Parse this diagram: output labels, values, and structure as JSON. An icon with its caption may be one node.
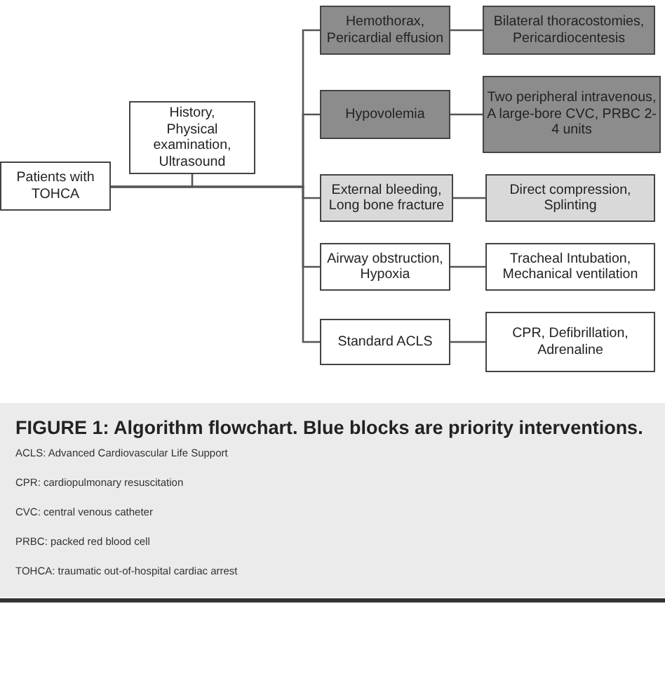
{
  "diagram": {
    "caption": "FIGURE 1: Algorithm flowchart. Blue blocks are priority interventions.",
    "nodes": [
      {
        "text": [
          "Patients with TOHCA"
        ]
      },
      {
        "text": [
          "History, Physical examination, Ultrasound"
        ]
      },
      {
        "text": [
          "Hemothorax, Pericardial effusion"
        ]
      },
      {
        "text": [
          "Bilateral thoracostomies, Pericardiocentesis"
        ]
      },
      {
        "text": [
          "Hypovolemia"
        ]
      },
      {
        "text": [
          "Two peripheral intravenous, A large-bore CVC, PRBC 2-4 units"
        ]
      },
      {
        "text": [
          "External bleeding, Long bone fracture"
        ]
      },
      {
        "text": [
          "Direct compression, Splinting"
        ]
      },
      {
        "text": [
          "Airway obstruction, Hypoxia"
        ]
      },
      {
        "text": [
          "Tracheal Intubation, Mechanical ventilation"
        ]
      },
      {
        "text": [
          "Standard ACLS"
        ]
      },
      {
        "text": [
          "CPR, Defibrillation, Adrenaline"
        ]
      }
    ],
    "edges": [
      {
        "from": 1,
        "to": 0,
        "arrow": "none"
      },
      {
        "from": 0,
        "to": 2,
        "arrow": "none"
      },
      {
        "from": 0,
        "to": 4,
        "arrow": "none"
      },
      {
        "from": 0,
        "to": 6,
        "arrow": "none"
      },
      {
        "from": 0,
        "to": 8,
        "arrow": "none"
      },
      {
        "from": 0,
        "to": 10,
        "arrow": "none"
      },
      {
        "from": 2,
        "to": 3,
        "arrow": "none"
      },
      {
        "from": 4,
        "to": 5,
        "arrow": "none"
      },
      {
        "from": 6,
        "to": 7,
        "arrow": "none"
      },
      {
        "from": 8,
        "to": 9,
        "arrow": "none"
      },
      {
        "from": 10,
        "to": 11,
        "arrow": "none"
      }
    ],
    "labels": [
      "ACLS: Advanced Cardiovascular Life Support",
      "CPR: cardiopulmonary resuscitation",
      "CVC: central venous catheter",
      "PRBC: packed red blood cell",
      "TOHCA: traumatic out-of-hospital cardiac arrest"
    ]
  }
}
